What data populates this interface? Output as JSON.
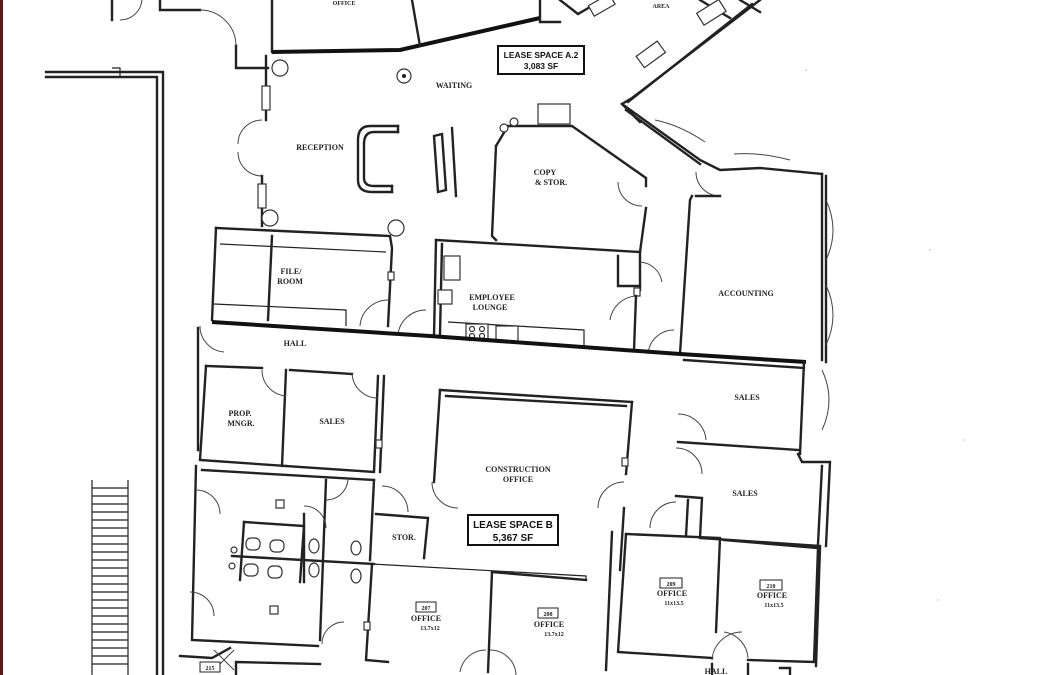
{
  "rooms": {
    "office_top": "OFFICE",
    "area_top": "AREA",
    "waiting": "WAITING",
    "reception": "RECEPTION",
    "copy_1": "COPY",
    "copy_2": "& STOR.",
    "file_1": "FILE/",
    "file_2": "ROOM",
    "lounge_1": "EMPLOYEE",
    "lounge_2": "LOUNGE",
    "accounting": "ACCOUNTING",
    "hall": "HALL",
    "prop_1": "PROP.",
    "prop_2": "MNGR.",
    "sales_left": "SALES",
    "sales_right_1": "SALES",
    "sales_right_2": "SALES",
    "construction_1": "CONSTRUCTION",
    "construction_2": "OFFICE",
    "stor": "STOR.",
    "office_207_num": "207",
    "office_207_label": "OFFICE",
    "office_207_size": "13.7x12",
    "office_208_num": "208",
    "office_208_label": "OFFICE",
    "office_208_size": "13.7x12",
    "office_209_num": "209",
    "office_209_label": "OFFICE",
    "office_209_size": "11x13.5",
    "office_210_num": "210",
    "office_210_label": "OFFICE",
    "office_210_size": "11x13.5",
    "hall_bottom": "HALL",
    "room_215": "215"
  },
  "lease_a": {
    "title": "LEASE SPACE A.2",
    "area": "3,083 SF"
  },
  "lease_b": {
    "title": "LEASE SPACE B",
    "area": "5,367 SF"
  },
  "colors": {
    "wall": "#222222",
    "frame_edge": "#5a1a1a",
    "background": "#ffffff"
  }
}
